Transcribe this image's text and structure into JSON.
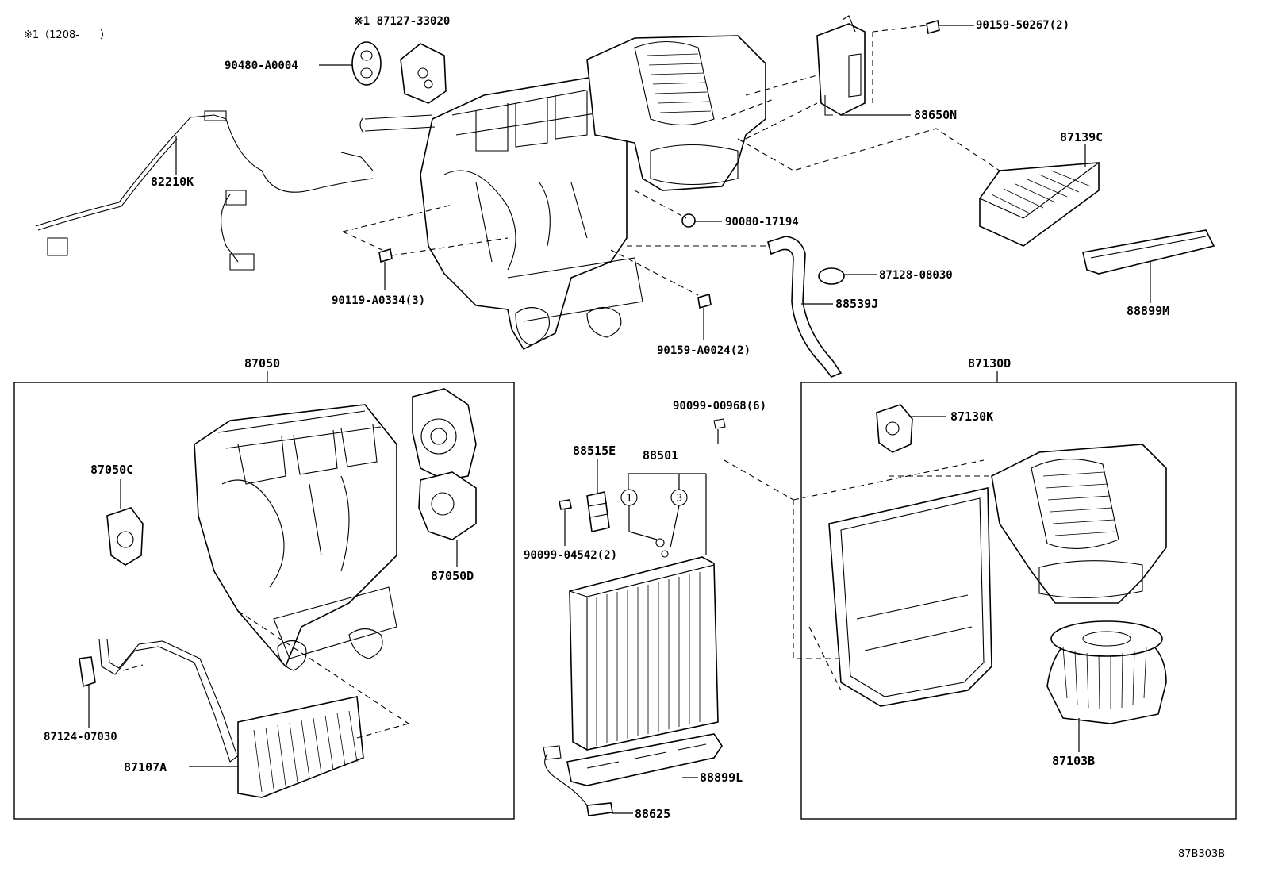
{
  "header_note": "※1（1208-　　）",
  "drawing_code": "87B303B",
  "callouts": {
    "c1": "1",
    "c3": "3"
  },
  "labels": {
    "p87127": "※1 87127-33020",
    "p90480": "90480-A0004",
    "p82210K": "82210K",
    "p90159_50267": "90159-50267(2)",
    "p88650N": "88650N",
    "p87139C": "87139C",
    "p90080": "90080-17194",
    "p87128": "87128-08030",
    "p88539J": "88539J",
    "p88899M": "88899M",
    "p90119": "90119-A0334(3)",
    "p90159_A0024": "90159-A0024(2)",
    "p87050": "87050",
    "p87130D": "87130D",
    "p90099_00968": "90099-00968(6)",
    "p87130K": "87130K",
    "p87050C": "87050C",
    "p88515E": "88515E",
    "p88501": "88501",
    "p87050D": "87050D",
    "p90099_04542": "90099-04542(2)",
    "p87124": "87124-07030",
    "p87107A": "87107A",
    "p88899L": "88899L",
    "p88625": "88625",
    "p87103B": "87103B"
  }
}
